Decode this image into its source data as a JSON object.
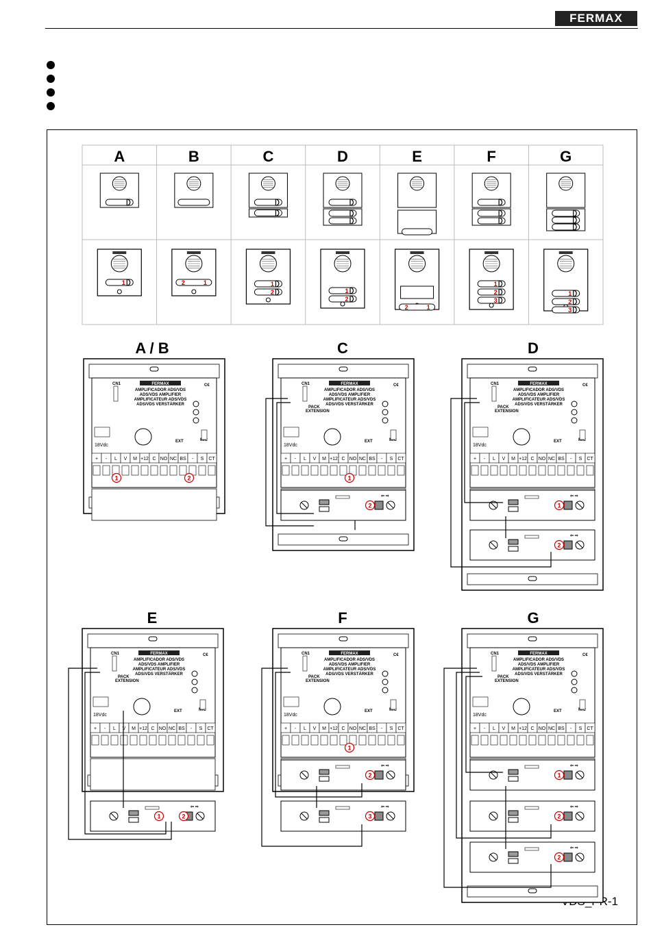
{
  "brand": "FERMAX",
  "footer": "VDS_PR-1",
  "columns": [
    "A",
    "B",
    "C",
    "D",
    "E",
    "F",
    "G"
  ],
  "amp": {
    "brand": "FERMAX",
    "lines": [
      "AMPLIFICADOR ADS/VDS",
      "ADS/VDS AMPLIFIER",
      "AMPLIFICATEUR ADS/VDS",
      "ADS/VDS VERSTÄRKER"
    ],
    "terminals": [
      "+",
      "-",
      "L",
      "V",
      "M",
      "+12",
      "C",
      "NO",
      "NC",
      "BS",
      "-",
      "S",
      "CT"
    ],
    "psu": "18Vdc",
    "ext": "EXT",
    "mic": "MIC",
    "cn1": "CN1",
    "pack": "PACK",
    "ext_label": "EXTENSION"
  },
  "diagrams": [
    {
      "title": "A / B"
    },
    {
      "title": "C"
    },
    {
      "title": "D"
    },
    {
      "title": "E"
    },
    {
      "title": "F"
    },
    {
      "title": "G"
    }
  ],
  "markers": [
    "1",
    "2",
    "3"
  ]
}
